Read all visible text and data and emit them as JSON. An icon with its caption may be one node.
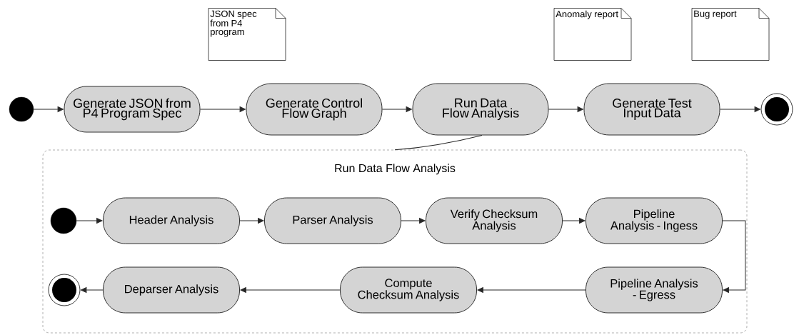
{
  "diagram": {
    "nodes": [
      {
        "text": [],
        "shape": "circle"
      },
      {
        "text": [
          "Generate JSON from P4 Program Spec"
        ]
      },
      {
        "text": [
          "Generate Control Flow Graph"
        ]
      },
      {
        "text": [
          "Run Data Flow Analysis"
        ]
      },
      {
        "text": [
          "Generate Test Input Data"
        ]
      },
      {
        "text": [],
        "shape": "bullseye"
      },
      {
        "text": [
          "JSON spec from P4 program"
        ]
      },
      {
        "text": [
          "Anomaly report"
        ]
      },
      {
        "text": [
          "Bug report"
        ]
      },
      {
        "text": [
          "Run Data Flow Analysis"
        ]
      },
      {
        "text": [],
        "shape": "circle",
        "in": 9
      },
      {
        "text": [
          "Header Analysis"
        ],
        "in": 9
      },
      {
        "text": [
          "Parser Analysis"
        ],
        "in": 9
      },
      {
        "text": [
          "Verify Checksum Analysis"
        ],
        "in": 9
      },
      {
        "text": [
          "Pipeline Analysis - Ingess"
        ],
        "in": 9
      },
      {
        "text": [
          "Pipeline Analysis - Egress"
        ],
        "in": 9
      },
      {
        "text": [
          "Compute Checksum Analysis"
        ],
        "in": 9
      },
      {
        "text": [
          "Deparser Analysis"
        ],
        "in": 9
      },
      {
        "text": [],
        "shape": "bullseye",
        "in": 9
      }
    ],
    "edges": [
      {
        "from": 0,
        "to": 1,
        "arrow": "to"
      },
      {
        "from": 1,
        "to": 2,
        "arrow": "to"
      },
      {
        "from": 2,
        "to": 3,
        "arrow": "to"
      },
      {
        "from": 3,
        "to": 4,
        "arrow": "to"
      },
      {
        "from": 4,
        "to": 5,
        "arrow": "to"
      },
      {
        "from": 3,
        "to": 9,
        "arrow": "none"
      },
      {
        "from": 10,
        "to": 11,
        "arrow": "to"
      },
      {
        "from": 11,
        "to": 12,
        "arrow": "to"
      },
      {
        "from": 12,
        "to": 13,
        "arrow": "to"
      },
      {
        "from": 13,
        "to": 14,
        "arrow": "to"
      },
      {
        "from": 14,
        "to": 15,
        "arrow": "to"
      },
      {
        "from": 15,
        "to": 16,
        "arrow": "to"
      },
      {
        "from": 16,
        "to": 17,
        "arrow": "to"
      },
      {
        "from": 17,
        "to": 18,
        "arrow": "to"
      }
    ]
  }
}
